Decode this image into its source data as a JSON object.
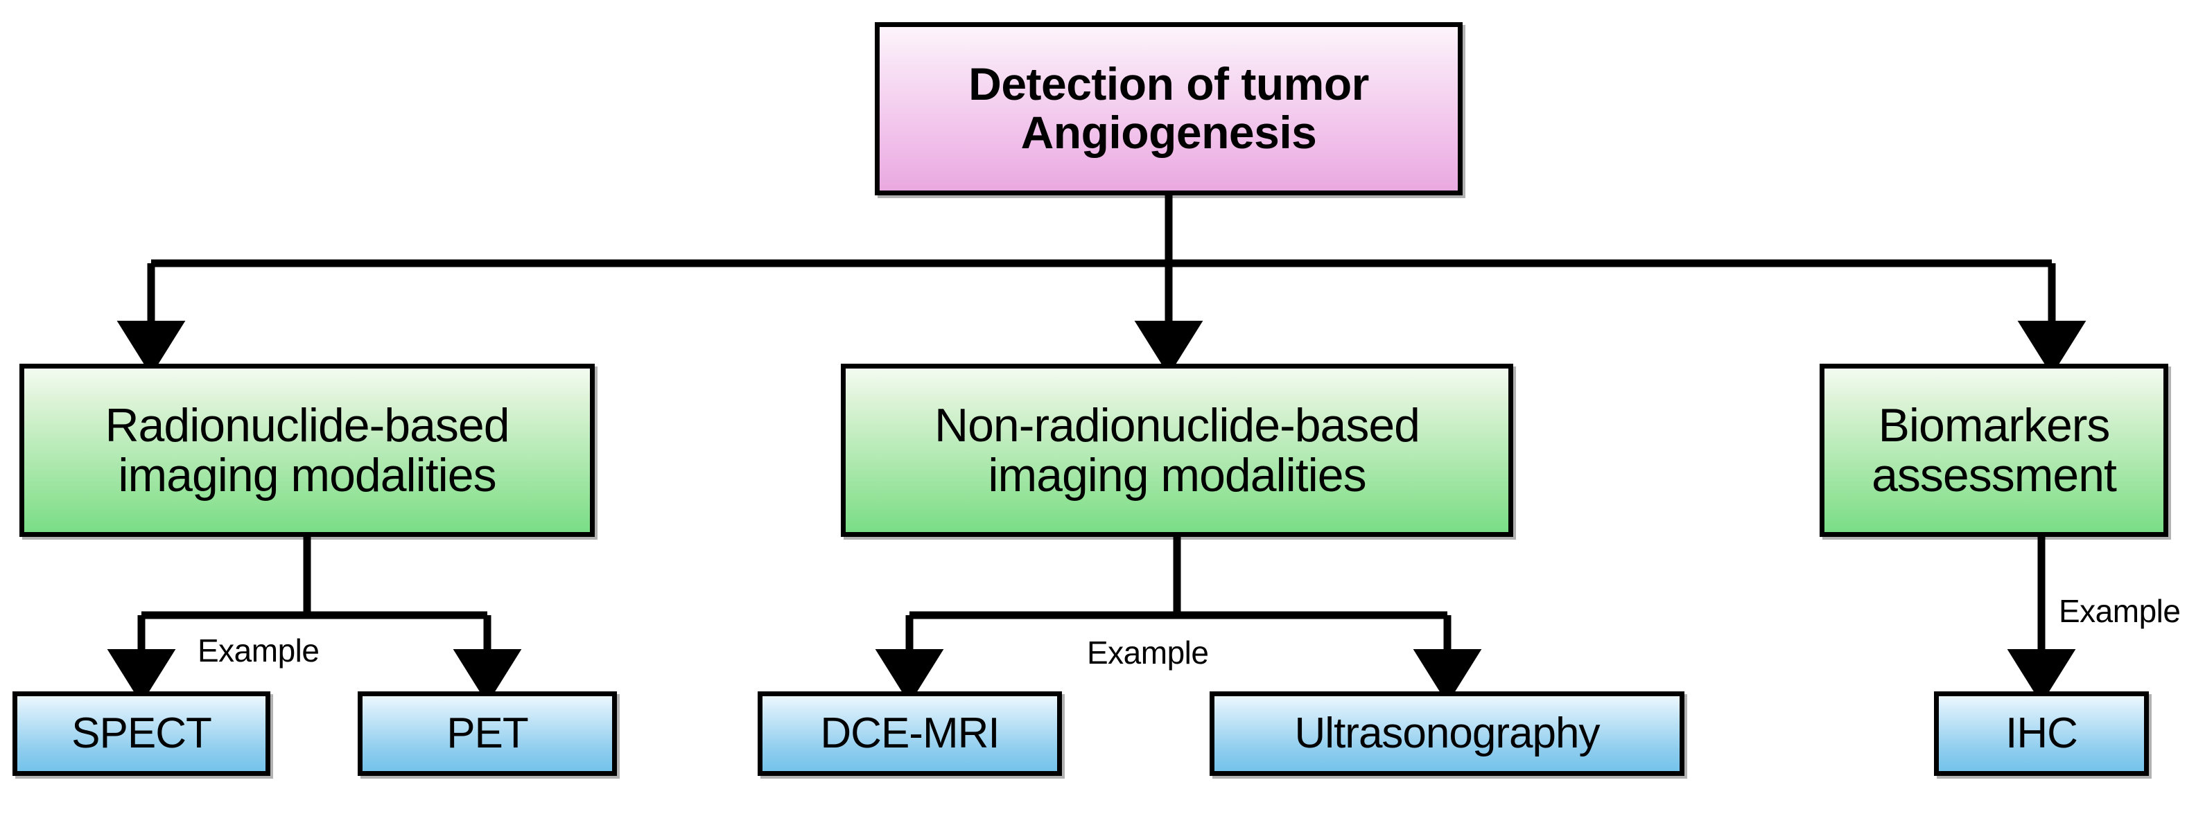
{
  "diagram": {
    "title": "Detection of tumor Angiogenesis",
    "type": "flowchart-tree",
    "colors": {
      "root_fill_top": "#fdf4fb",
      "root_fill_bottom": "#e9a9e0",
      "branch_fill_top": "#f3fbf1",
      "branch_fill_bottom": "#79dd86",
      "leaf_fill_top": "#ecf7fd",
      "leaf_fill_bottom": "#74c3ea",
      "border": "#000000",
      "background": "#ffffff"
    },
    "root": {
      "line1": "Detection of tumor",
      "line2": "Angiogenesis"
    },
    "branches": [
      {
        "id": "radionuclide",
        "line1": "Radionuclide-based",
        "line2": "imaging modalities",
        "edge_label": "Example",
        "leaves": [
          "SPECT",
          "PET"
        ]
      },
      {
        "id": "non-radionuclide",
        "line1": "Non-radionuclide-based",
        "line2": "imaging modalities",
        "edge_label": "Example",
        "leaves": [
          "DCE-MRI",
          "Ultrasonography"
        ]
      },
      {
        "id": "biomarkers",
        "line1": "Biomarkers",
        "line2": "assessment",
        "edge_label": "Example",
        "leaves": [
          "IHC"
        ]
      }
    ],
    "leaves": {
      "spect": "SPECT",
      "pet": "PET",
      "dce_mri": "DCE-MRI",
      "ultrasonography": "Ultrasonography",
      "ihc": "IHC"
    },
    "edge_labels": {
      "left": "Example",
      "middle": "Example",
      "right": "Example"
    }
  }
}
